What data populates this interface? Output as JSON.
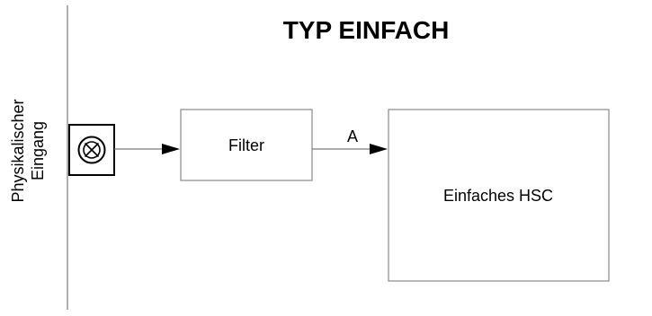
{
  "diagram": {
    "title": "TYP EINFACH",
    "side_label": {
      "line1": "Physikalischer",
      "line2": "Eingang"
    },
    "input_terminal": {
      "icon": "input-terminal-icon"
    },
    "blocks": {
      "filter": "Filter",
      "hsc": "Einfaches HSC"
    },
    "signal_label": "A"
  }
}
